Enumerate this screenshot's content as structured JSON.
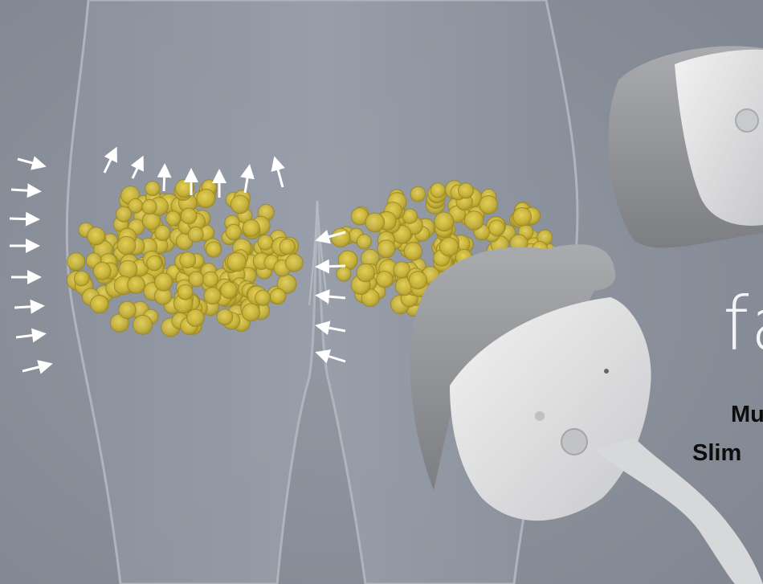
{
  "image": {
    "description_word": "fa",
    "caption_line_1": "Mu",
    "caption_line_2": "Slim",
    "colors": {
      "background": "#878d98",
      "fat_cells": "#c9b43a",
      "arrows": "#ffffff",
      "applicator": "#d9dadb"
    },
    "icons": [
      "arrow-icon",
      "fat-cell-cluster",
      "applicator-device"
    ]
  }
}
